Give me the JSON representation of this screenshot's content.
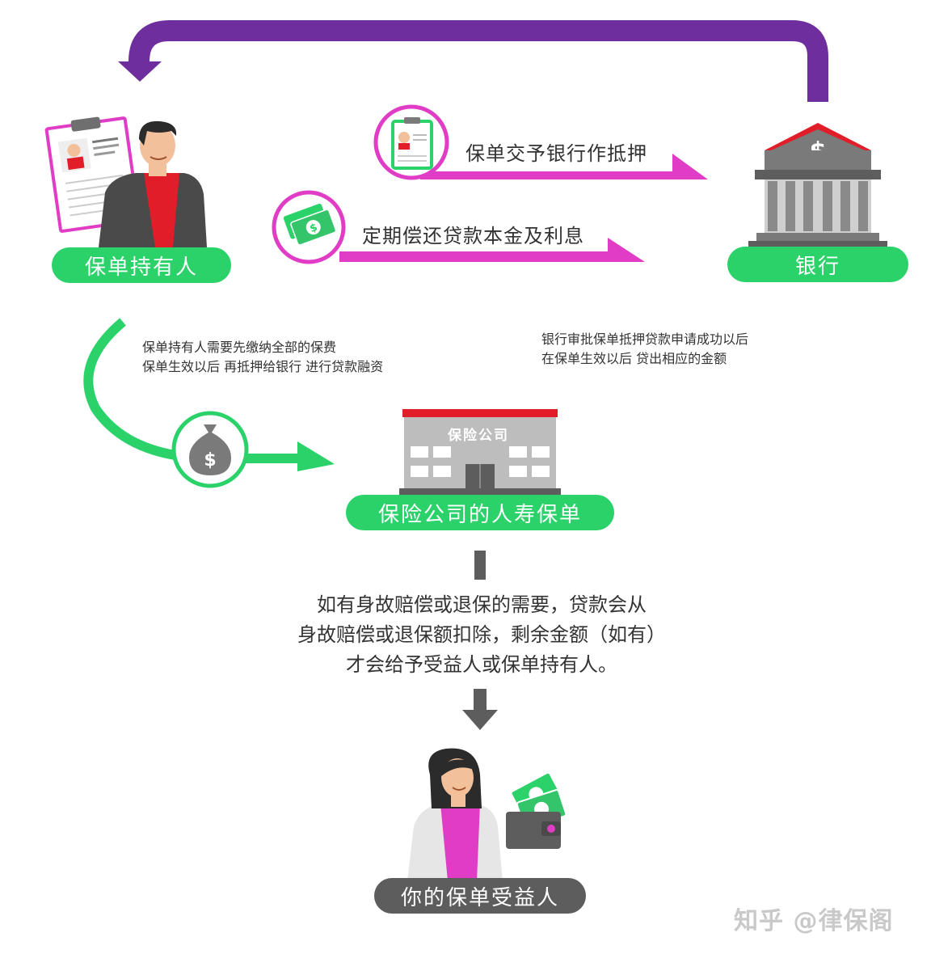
{
  "nodes": {
    "policyholder": "保单持有人",
    "bank": "银行",
    "insurer": "保险公司的人寿保单",
    "beneficiary": "你的保单受益人"
  },
  "building": {
    "sign": "保险公司",
    "bank_symbol": "$"
  },
  "arrows": {
    "pledge": "保单交予银行作抵押",
    "repay": "定期偿还贷款本金及利息"
  },
  "notes": {
    "left_line1": "保单持有人需要先缴纳全部的保费",
    "left_line2": "保单生效以后 再抵押给银行 进行贷款融资",
    "right_line1": "银行审批保单抵押贷款申请成功以后",
    "right_line2": "在保单生效以后 贷出相应的金额"
  },
  "center": {
    "line1": "如有身故赔偿或退保的需要，贷款会从",
    "line2": "身故赔偿或退保额扣除，剩余金额（如有）",
    "line3": "才会给予受益人或保单持有人。"
  },
  "watermark": "知乎 @律保阁",
  "colors": {
    "green": "#2bd26a",
    "magenta": "#e03cc6",
    "purple": "#6e2e9e",
    "gray": "#5d5d5d",
    "red": "#e11d2a"
  }
}
